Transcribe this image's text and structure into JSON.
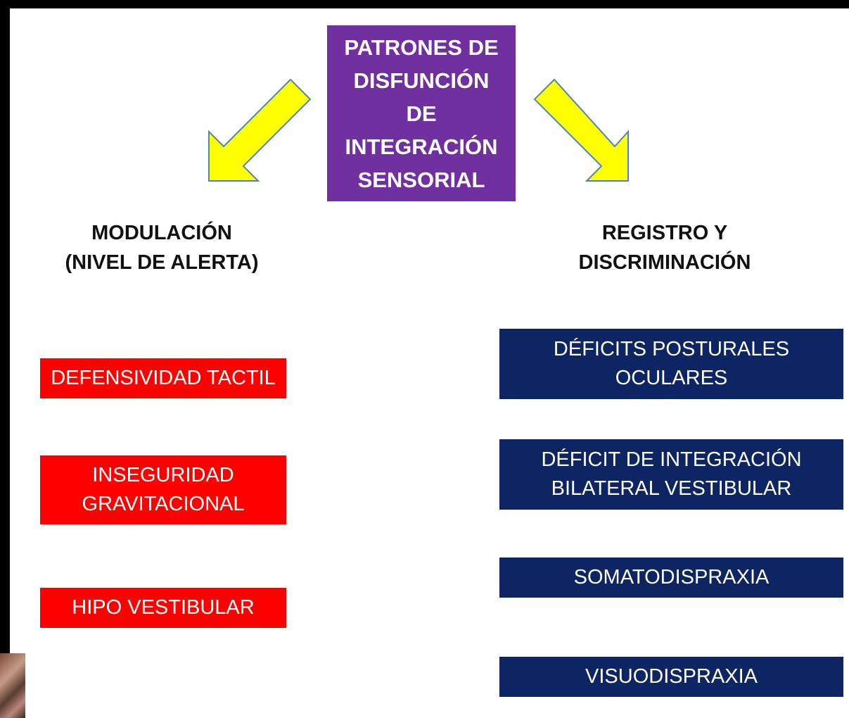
{
  "title": "PATRONES DE\nDISFUNCIÓN\nDE\nINTEGRACIÓN\nSENSORIAL",
  "colors": {
    "title_bg": "#7030a0",
    "arrow_fill": "#ffff00",
    "left_box_bg": "#ff0000",
    "right_box_bg": "#0d2563",
    "text_on_box": "#ffffff"
  },
  "left_branch": {
    "heading": "MODULACIÓN\n(NIVEL DE ALERTA)",
    "items": [
      "DEFENSIVIDAD TACTIL",
      "INSEGURIDAD\nGRAVITACIONAL",
      "HIPO VESTIBULAR"
    ]
  },
  "right_branch": {
    "heading": "REGISTRO Y\nDISCRIMINACIÓN",
    "items": [
      "DÉFICITS POSTURALES\nOCULARES",
      "DÉFICIT DE INTEGRACIÓN\nBILATERAL VESTIBULAR",
      "SOMATODISPRAXIA",
      "VISUODISPRAXIA"
    ]
  }
}
